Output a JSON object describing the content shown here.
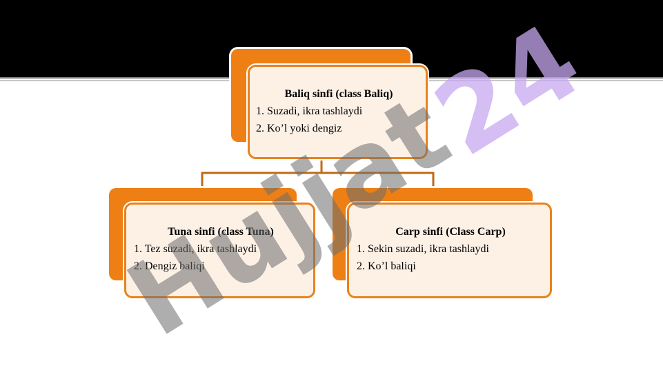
{
  "diagram": {
    "root": {
      "title": "Baliq sinfi (class Baliq)",
      "items": [
        "1. Suzadi, ikra tashlaydi",
        "2. Ko’l yoki dengiz"
      ]
    },
    "children": [
      {
        "title": "Tuna sinfi (class Tuna)",
        "items": [
          "1. Tez suzadi, ikra tashlaydi",
          "2. Dengiz baliqi"
        ]
      },
      {
        "title": "Carp sinfi (Class Carp)",
        "items": [
          "1. Sekin suzadi, ikra tashlaydi",
          "2. Ko’l baliqi"
        ]
      }
    ]
  },
  "watermark": {
    "word": "Hujjat",
    "number": "24"
  },
  "colors": {
    "accent": "#ee7f15",
    "box_fill": "#fdf1e6",
    "connector": "#c06a14",
    "watermark_gray": "#6d6d6d",
    "watermark_purple": "#c7a9f0",
    "watermark_dark": "#201550"
  }
}
